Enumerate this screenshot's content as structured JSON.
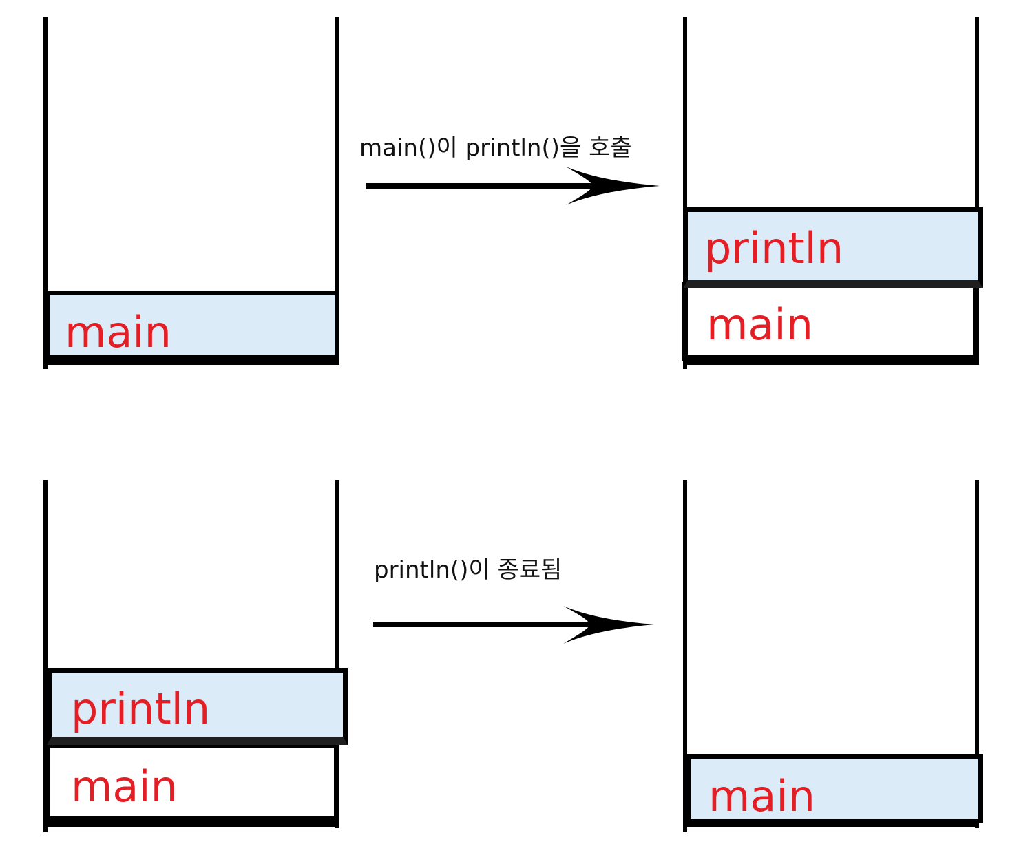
{
  "transitions": [
    {
      "caption": "main()이 println()을 호출"
    },
    {
      "caption": "println()이 종료됨"
    }
  ],
  "stacks": {
    "top_left": {
      "frames": [
        "main"
      ]
    },
    "top_right": {
      "frames": [
        "println",
        "main"
      ]
    },
    "bottom_left": {
      "frames": [
        "println",
        "main"
      ]
    },
    "bottom_right": {
      "frames": [
        "main"
      ]
    }
  },
  "colors": {
    "active_frame_fill": "#dcebf8",
    "frame_label": "#e31e24",
    "outline": "#000000"
  }
}
